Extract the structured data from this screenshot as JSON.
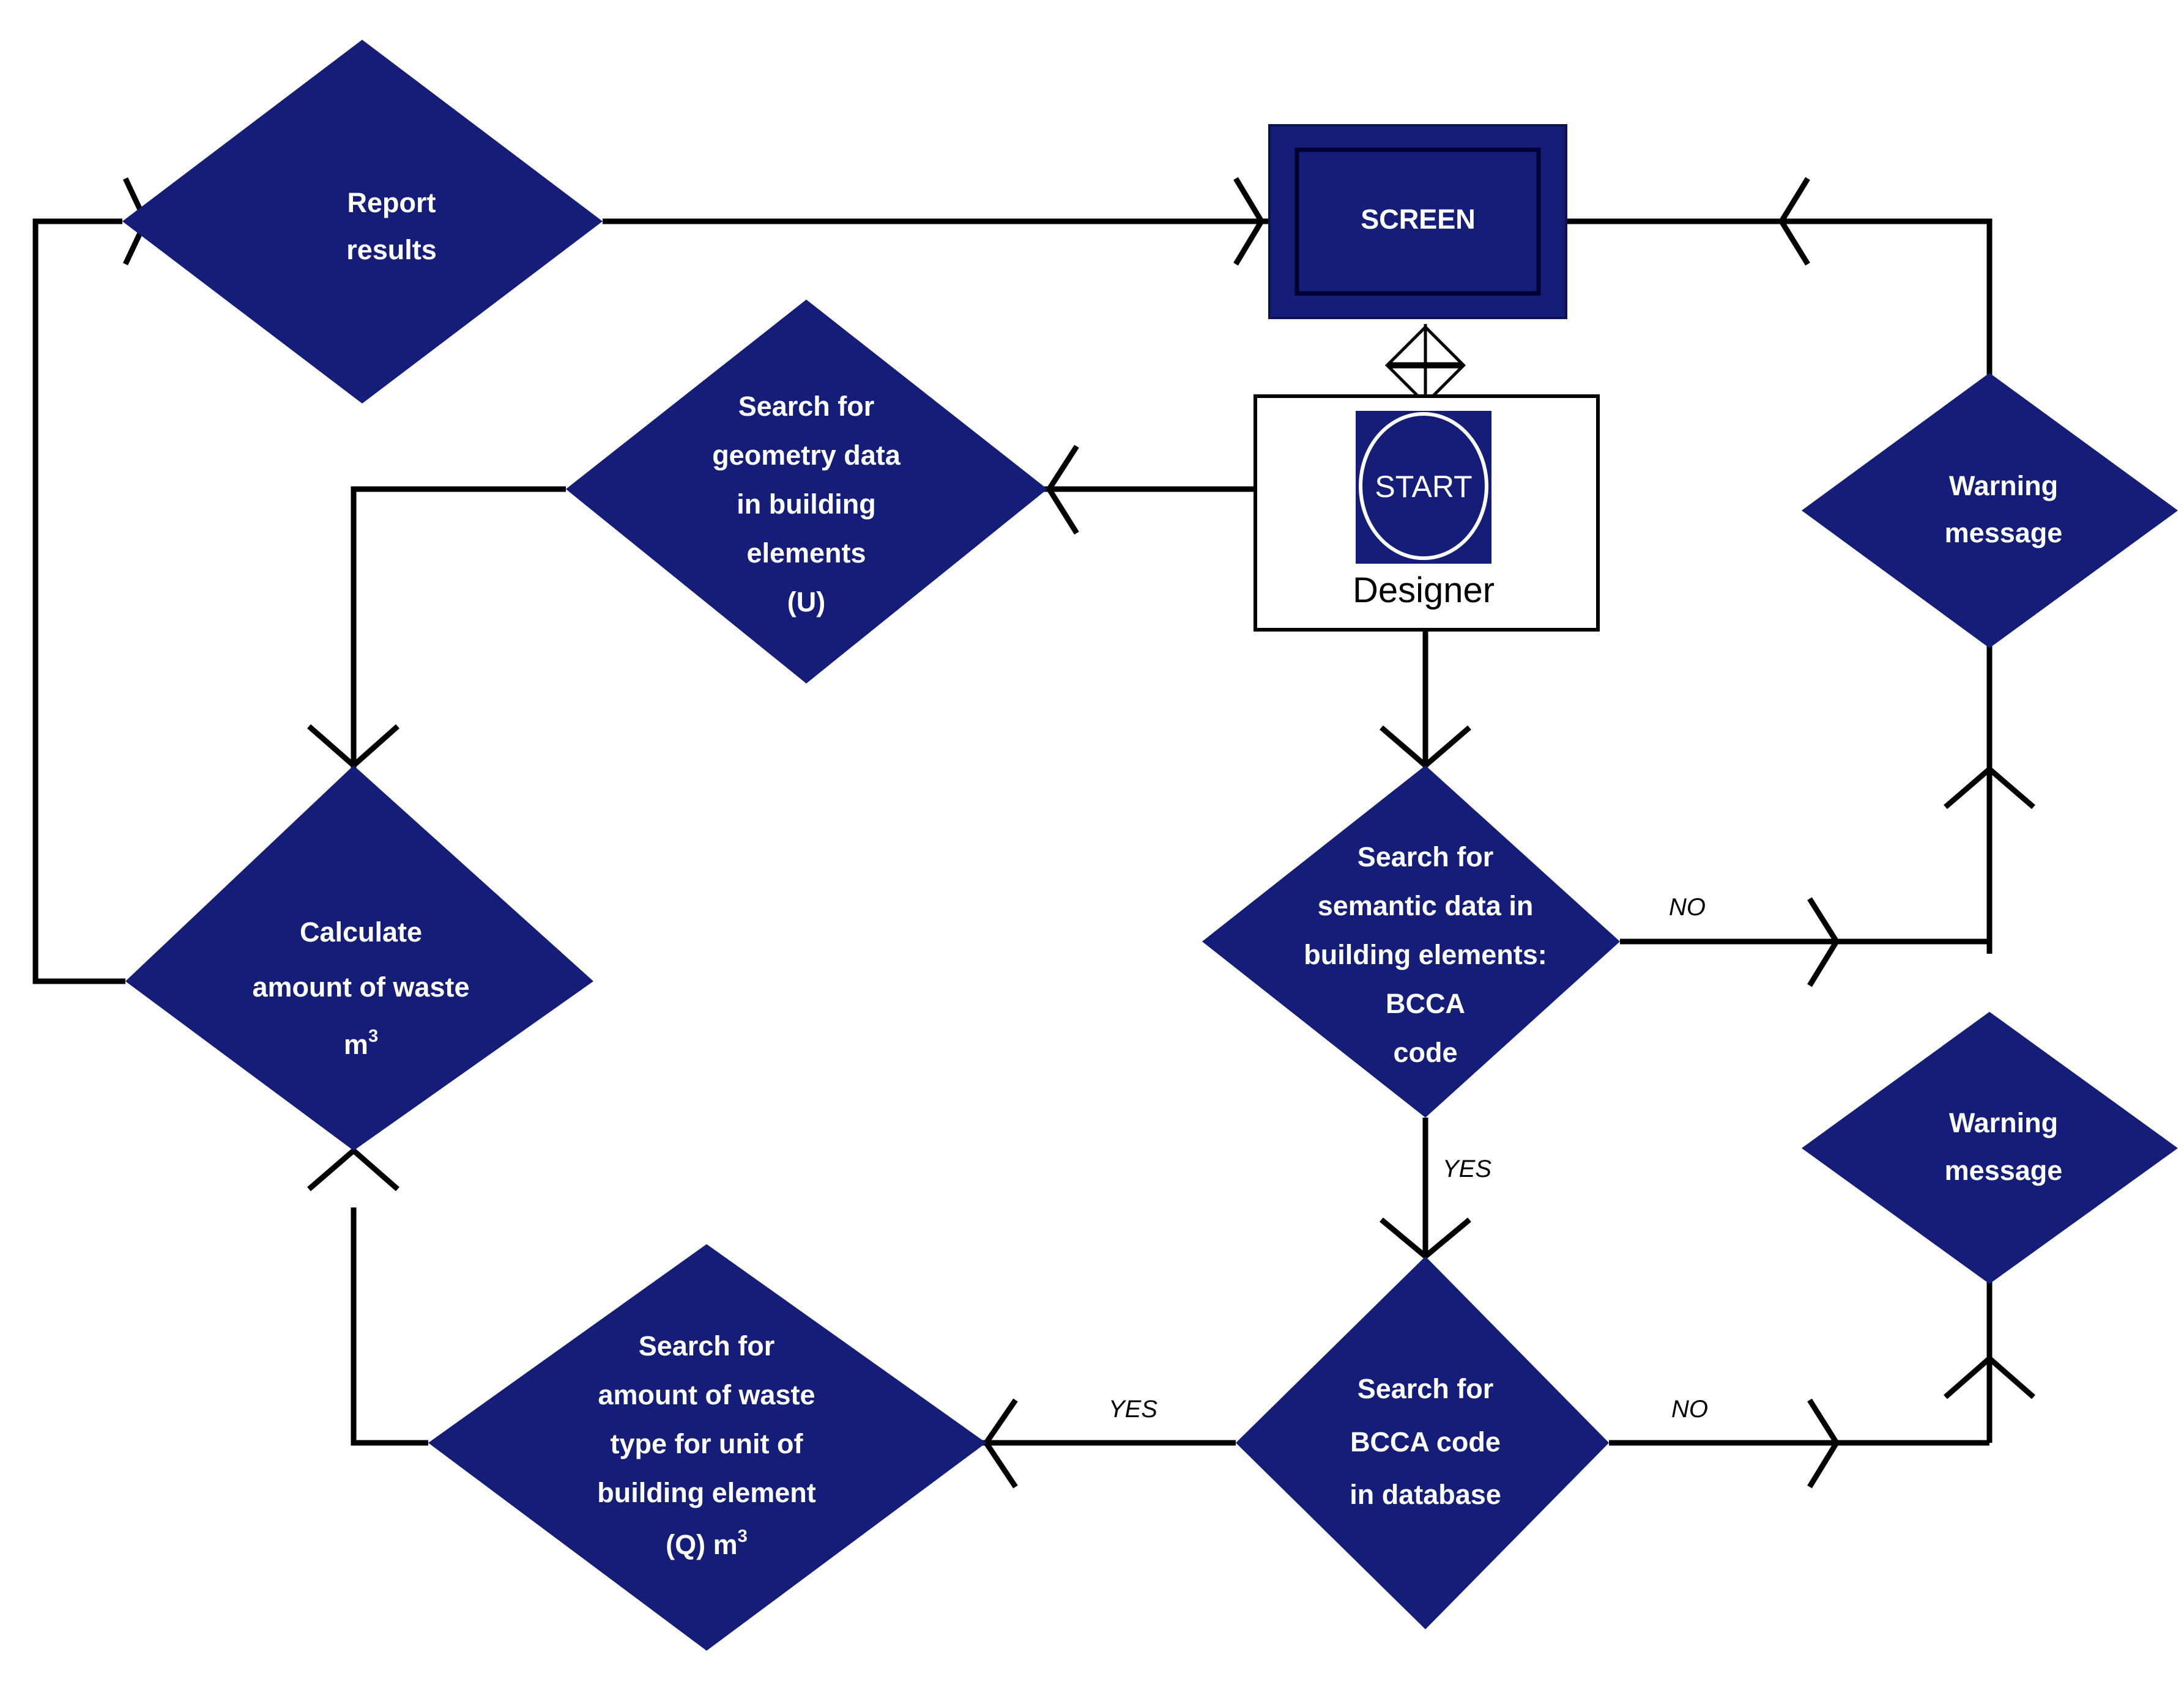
{
  "diagram": {
    "title": "BCCA waste estimation flowchart",
    "colors": {
      "node_fill": "#141e78",
      "node_text": "#ffffff",
      "line": "#000000",
      "background": "#ffffff",
      "designer_box_fill": "#ffffff"
    },
    "nodes": {
      "report_results": {
        "id": "report-results",
        "shape": "diamond",
        "lines": [
          "Report",
          "results"
        ]
      },
      "screen": {
        "id": "screen",
        "shape": "display-box",
        "label": "SCREEN"
      },
      "warning_message_top": {
        "id": "warning-message-top",
        "shape": "diamond",
        "lines": [
          "Warning",
          "message"
        ]
      },
      "warning_message_bottom": {
        "id": "warning-message-bottom",
        "shape": "diamond",
        "lines": [
          "Warning",
          "message"
        ]
      },
      "search_geometry": {
        "id": "search-geometry-data",
        "shape": "diamond",
        "lines": [
          "Search for",
          "geometry data",
          "in building",
          "elements",
          "(U)"
        ]
      },
      "designer": {
        "id": "designer",
        "shape": "box",
        "label": "Designer",
        "start_label": "START"
      },
      "calculate_waste": {
        "id": "calculate-amount-of-waste",
        "shape": "diamond",
        "lines": [
          "Calculate",
          "amount of waste",
          "m"
        ],
        "superscript": "3"
      },
      "search_semantic": {
        "id": "search-semantic-data",
        "shape": "diamond",
        "lines": [
          "Search for",
          "semantic data in",
          "building elements:",
          "BCCA",
          "code"
        ]
      },
      "search_waste_type": {
        "id": "search-amount-of-waste-type",
        "shape": "diamond",
        "lines": [
          "Search for",
          "amount of waste",
          "type for unit of",
          "building element",
          "(Q) m"
        ],
        "superscript": "3"
      },
      "search_bcca_db": {
        "id": "search-bcca-code-in-database",
        "shape": "diamond",
        "lines": [
          "Search for",
          "BCCA code",
          "in database"
        ]
      }
    },
    "edge_labels": {
      "semantic_no": "NO",
      "semantic_yes": "YES",
      "database_no": "NO",
      "database_yes": "YES"
    }
  }
}
